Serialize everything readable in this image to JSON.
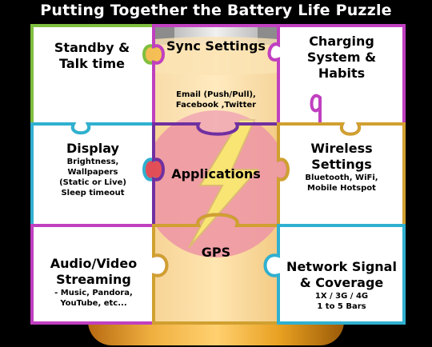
{
  "title": "Putting Together the Battery Life Puzzle",
  "pieces": {
    "standby": {
      "heading_1": "Standby &",
      "heading_2": "Talk time"
    },
    "sync": {
      "heading": "Sync Settings",
      "sub_1": "Email (Push/Pull),",
      "sub_2": "Facebook ,Twitter"
    },
    "charging": {
      "heading_1": "Charging",
      "heading_2": "System &",
      "heading_3": "Habits"
    },
    "display": {
      "heading": "Display",
      "sub_1": "Brightness,",
      "sub_2": "Wallpapers",
      "sub_3": "(Static or Live)",
      "sub_4": "Sleep timeout"
    },
    "applications": {
      "heading": "Applications"
    },
    "wireless": {
      "heading_1": "Wireless",
      "heading_2": "Settings",
      "sub_1": "Bluetooth, WiFi,",
      "sub_2": "Mobile Hotspot"
    },
    "audio_video": {
      "heading_1": "Audio/Video",
      "heading_2": "Streaming",
      "sub_1": "- Music, Pandora,",
      "sub_2": "YouTube, etc..."
    },
    "gps": {
      "heading": "GPS"
    },
    "network": {
      "heading_1": "Network Signal",
      "heading_2": "& Coverage",
      "sub_1": "1X / 3G / 4G",
      "sub_2": "1 to 5 Bars"
    }
  },
  "colors": {
    "background": "#000000",
    "battery_body": "#e8a020",
    "battery_cap": "#9a9a9a",
    "lightning": "#f5d000",
    "circle": "#e0445a",
    "outline_green": "#7fbf3f",
    "outline_magenta": "#c040c0",
    "outline_cyan": "#30b0d0",
    "outline_gold": "#d0a030",
    "outline_purple": "#7030a0"
  }
}
